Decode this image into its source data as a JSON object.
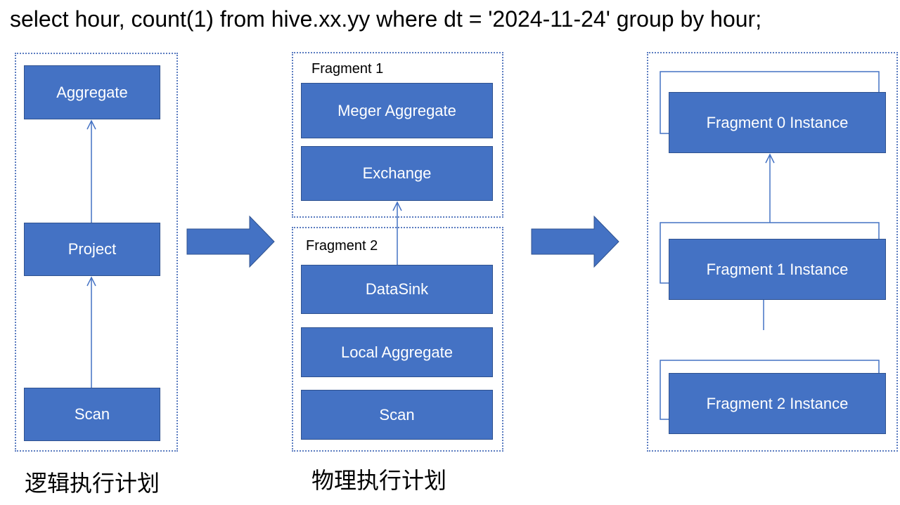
{
  "query": "select hour, count(1) from hive.xx.yy where dt = '2024-11-24' group by hour;",
  "logical_plan": {
    "label": "逻辑执行计划",
    "nodes": [
      "Aggregate",
      "Project",
      "Scan"
    ]
  },
  "physical_plan": {
    "label": "物理执行计划",
    "fragments": [
      {
        "title": "Fragment 1",
        "nodes": [
          "Meger Aggregate",
          "Exchange"
        ]
      },
      {
        "title": "Fragment 2",
        "nodes": [
          "DataSink",
          "Local Aggregate",
          "Scan"
        ]
      }
    ]
  },
  "instances": {
    "nodes": [
      "Fragment 0 Instance",
      "Fragment 1 Instance",
      "Fragment 2 Instance"
    ]
  },
  "colors": {
    "node_fill": "#4472C4",
    "node_border": "#2F528F",
    "line": "#4472C4",
    "panel_border": "#5B7CC0",
    "node_text": "#FFFFFF",
    "label_text": "#000000"
  }
}
